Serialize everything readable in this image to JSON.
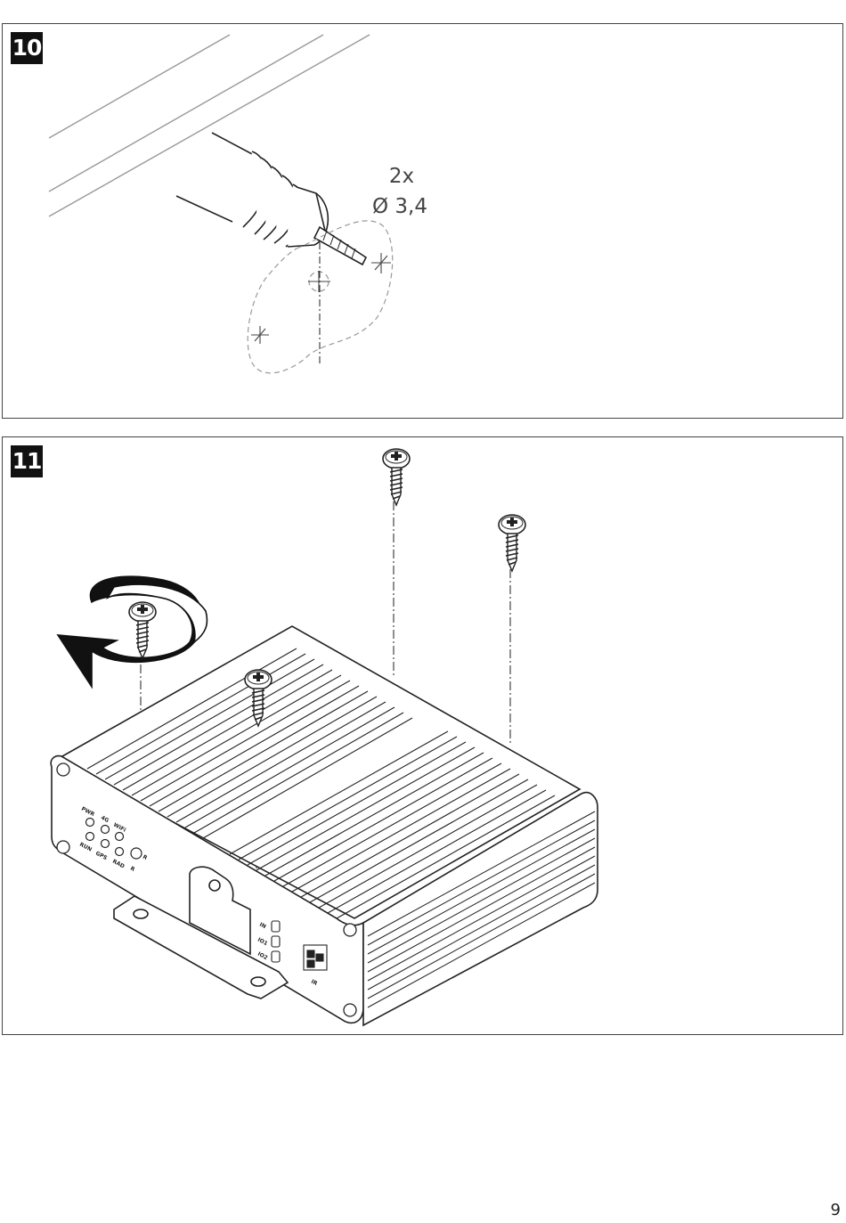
{
  "steps": {
    "drill": {
      "number": "10",
      "quantity": "2x",
      "diameter": "Ø 3,4"
    },
    "mount": {
      "number": "11",
      "device_labels": {
        "pwr": "PWR",
        "lte": "4G",
        "wifi": "WiFi",
        "run": "RUN",
        "gps": "GPS",
        "rad": "RAD",
        "r": "R",
        "r2": "R",
        "in": "IN",
        "io1": "IO1",
        "io2": "IO2",
        "ir": "IR"
      }
    }
  },
  "page": {
    "number": "9"
  },
  "icons": [
    "drill-icon",
    "screw-icon",
    "rotate-arrow-icon",
    "device-illustration"
  ]
}
